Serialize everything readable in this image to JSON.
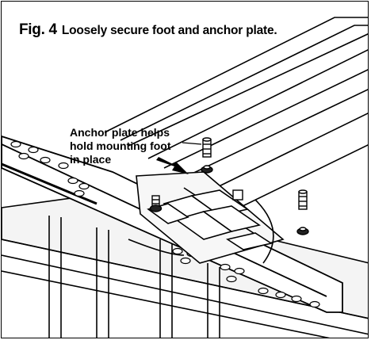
{
  "figure": {
    "label": "Fig. 4",
    "caption": "Loosely secure foot and anchor plate."
  },
  "callout": {
    "line1": "Anchor plate helps",
    "line2": "hold mounting foot",
    "line3": "in place"
  }
}
